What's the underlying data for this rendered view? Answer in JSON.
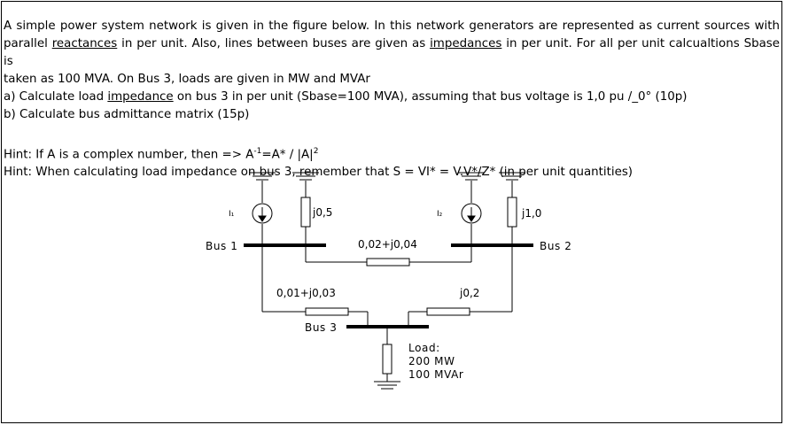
{
  "problem": {
    "line1": "A simple power system network is given in the figure below. In this network generators are represented as current sources with",
    "line2_a": "parallel ",
    "line2_u1": "reactances",
    "line2_b": " in per unit. Also, lines between buses are given as ",
    "line2_u2": "impedances",
    "line2_c": " in per unit. For all per unit calcualtions Sbase is",
    "line3": "taken as 100 MVA. On Bus 3, loads are given in MW and MVAr",
    "qa_a": "a) Calculate load ",
    "qa_u": "impedance",
    "qa_b": " on bus 3 in per unit (Sbase=100 MVA), assuming that bus voltage is 1,0 pu /_0° (10p)",
    "qb": "b) Calculate bus admittance matrix (15p)",
    "hint1_a": "Hint: If A is a complex number, then => A",
    "hint1_sup1": "-1",
    "hint1_b": "=A* / |A|",
    "hint1_sup2": "2",
    "hint2": "Hint: When calculating load impedance on bus 3, remember that S = VI* = V.V*/Z* (in per unit quantities)"
  },
  "diagram": {
    "I1": "I₁",
    "I2": "I₂",
    "x_gen1": "j0,5",
    "x_gen2": "j1,0",
    "bus1": "Bus 1",
    "bus2": "Bus 2",
    "bus3": "Bus 3",
    "z12": "0,02+j0,04",
    "z13": "0,01+j0,03",
    "z23": "j0,2",
    "load_title": "Load:",
    "load_p": "200 MW",
    "load_q": "100 MVAr"
  }
}
